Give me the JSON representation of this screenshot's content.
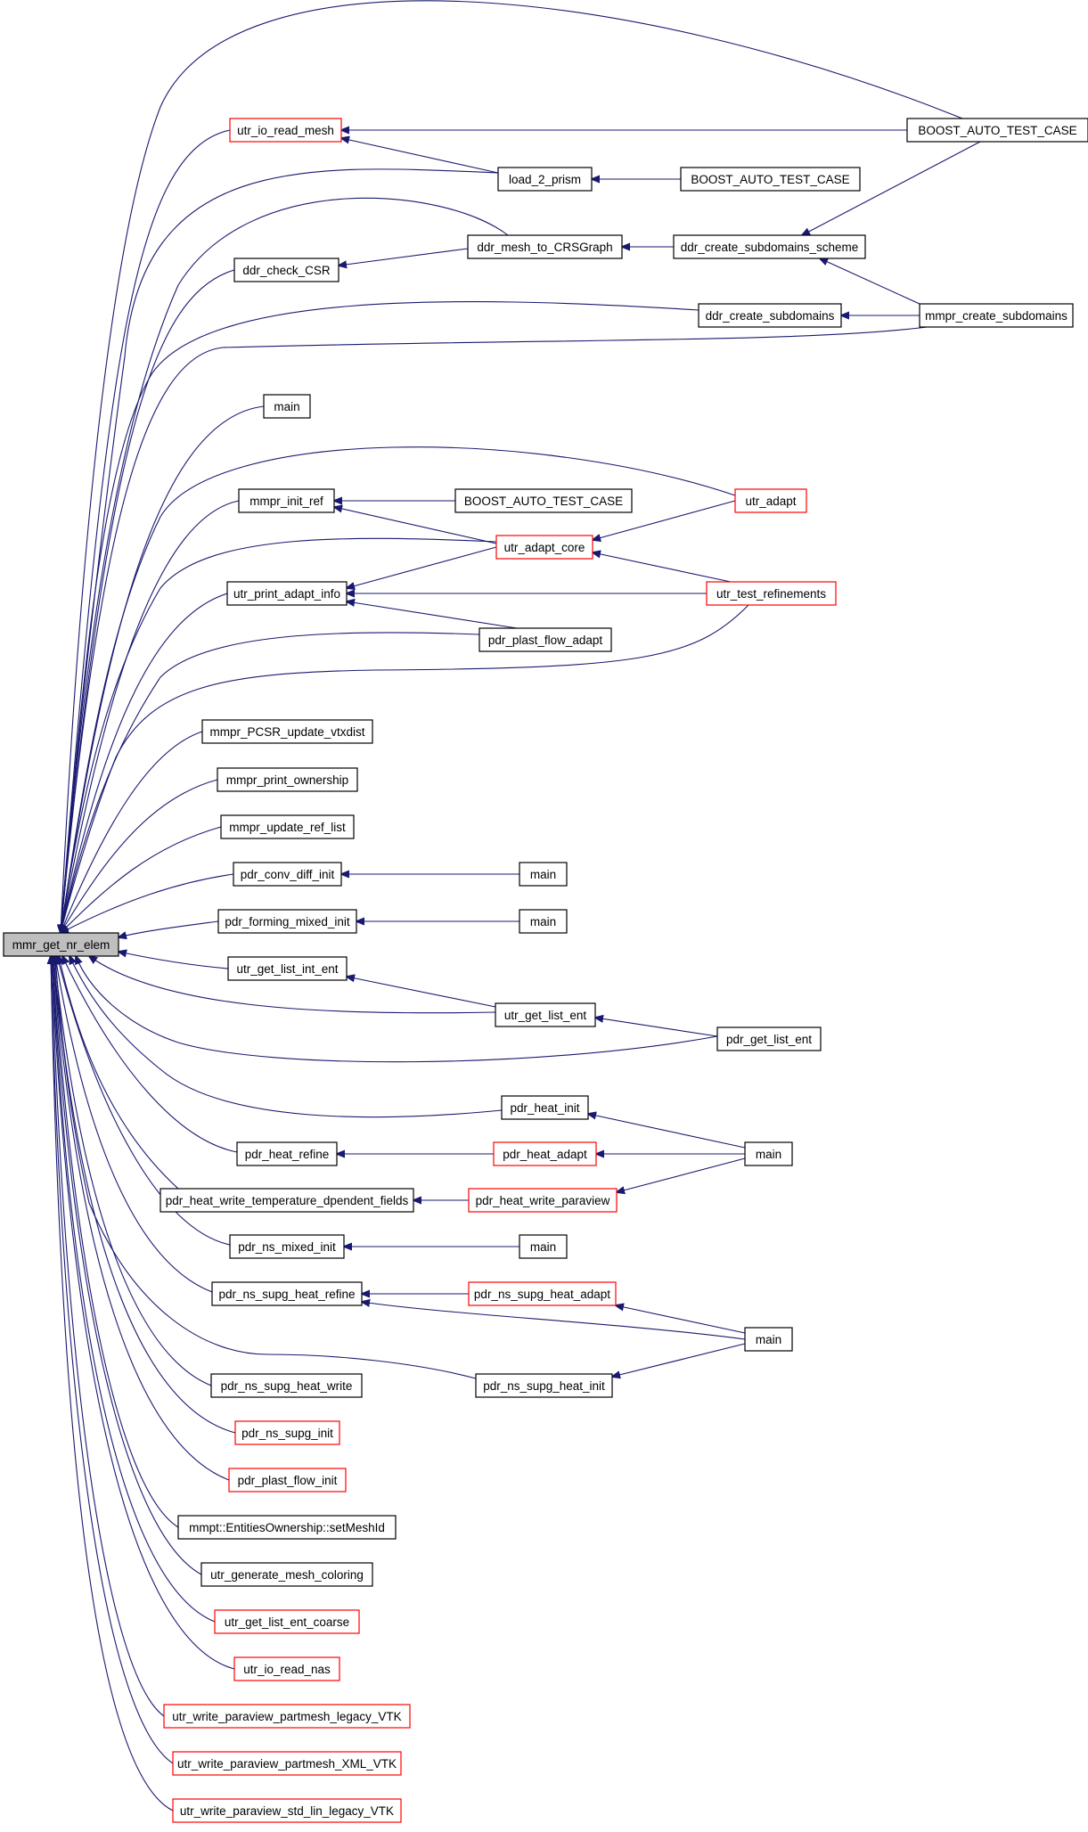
{
  "nodes": [
    {
      "id": "root",
      "label": "mmr_get_nr_elem",
      "style": "root"
    },
    {
      "id": "n1",
      "label": "utr_io_read_mesh",
      "style": "red"
    },
    {
      "id": "n2",
      "label": "BOOST_AUTO_TEST_CASE",
      "style": "black"
    },
    {
      "id": "n3",
      "label": "load_2_prism",
      "style": "black"
    },
    {
      "id": "n4",
      "label": "BOOST_AUTO_TEST_CASE",
      "style": "black"
    },
    {
      "id": "n5",
      "label": "ddr_check_CSR",
      "style": "black"
    },
    {
      "id": "n6",
      "label": "ddr_mesh_to_CRSGraph",
      "style": "black"
    },
    {
      "id": "n7",
      "label": "ddr_create_subdomains_scheme",
      "style": "black"
    },
    {
      "id": "n8",
      "label": "ddr_create_subdomains",
      "style": "black"
    },
    {
      "id": "n9",
      "label": "mmpr_create_subdomains",
      "style": "black"
    },
    {
      "id": "n10",
      "label": "main",
      "style": "black"
    },
    {
      "id": "n11",
      "label": "mmpr_init_ref",
      "style": "black"
    },
    {
      "id": "n12",
      "label": "BOOST_AUTO_TEST_CASE",
      "style": "black"
    },
    {
      "id": "n13",
      "label": "utr_adapt",
      "style": "red"
    },
    {
      "id": "n14",
      "label": "utr_adapt_core",
      "style": "red"
    },
    {
      "id": "n15",
      "label": "utr_print_adapt_info",
      "style": "black"
    },
    {
      "id": "n16",
      "label": "utr_test_refinements",
      "style": "red"
    },
    {
      "id": "n17",
      "label": "pdr_plast_flow_adapt",
      "style": "black"
    },
    {
      "id": "n18",
      "label": "mmpr_PCSR_update_vtxdist",
      "style": "black"
    },
    {
      "id": "n19",
      "label": "mmpr_print_ownership",
      "style": "black"
    },
    {
      "id": "n20",
      "label": "mmpr_update_ref_list",
      "style": "black"
    },
    {
      "id": "n21",
      "label": "pdr_conv_diff_init",
      "style": "black"
    },
    {
      "id": "n22",
      "label": "main",
      "style": "black"
    },
    {
      "id": "n23",
      "label": "pdr_forming_mixed_init",
      "style": "black"
    },
    {
      "id": "n24",
      "label": "main",
      "style": "black"
    },
    {
      "id": "n25",
      "label": "utr_get_list_int_ent",
      "style": "black"
    },
    {
      "id": "n26",
      "label": "utr_get_list_ent",
      "style": "black"
    },
    {
      "id": "n27",
      "label": "pdr_get_list_ent",
      "style": "black"
    },
    {
      "id": "n28",
      "label": "pdr_heat_init",
      "style": "black"
    },
    {
      "id": "n29",
      "label": "main",
      "style": "black"
    },
    {
      "id": "n30",
      "label": "pdr_heat_refine",
      "style": "black"
    },
    {
      "id": "n31",
      "label": "pdr_heat_adapt",
      "style": "red"
    },
    {
      "id": "n32",
      "label": "pdr_heat_write_temperature_dpendent_fields",
      "style": "black"
    },
    {
      "id": "n33",
      "label": "pdr_heat_write_paraview",
      "style": "red"
    },
    {
      "id": "n34",
      "label": "pdr_ns_mixed_init",
      "style": "black"
    },
    {
      "id": "n35",
      "label": "main",
      "style": "black"
    },
    {
      "id": "n36",
      "label": "pdr_ns_supg_heat_refine",
      "style": "black"
    },
    {
      "id": "n37",
      "label": "pdr_ns_supg_heat_adapt",
      "style": "red"
    },
    {
      "id": "n38",
      "label": "main",
      "style": "black"
    },
    {
      "id": "n39",
      "label": "pdr_ns_supg_heat_write",
      "style": "black"
    },
    {
      "id": "n40",
      "label": "pdr_ns_supg_heat_init",
      "style": "black"
    },
    {
      "id": "n41",
      "label": "pdr_ns_supg_init",
      "style": "red"
    },
    {
      "id": "n42",
      "label": "pdr_plast_flow_init",
      "style": "red"
    },
    {
      "id": "n43",
      "label": "mmpt::EntitiesOwnership::setMeshId",
      "style": "black"
    },
    {
      "id": "n44",
      "label": "utr_generate_mesh_coloring",
      "style": "black"
    },
    {
      "id": "n45",
      "label": "utr_get_list_ent_coarse",
      "style": "red"
    },
    {
      "id": "n46",
      "label": "utr_io_read_nas",
      "style": "red"
    },
    {
      "id": "n47",
      "label": "utr_write_paraview_partmesh_legacy_VTK",
      "style": "red"
    },
    {
      "id": "n48",
      "label": "utr_write_paraview_partmesh_XML_VTK",
      "style": "red"
    },
    {
      "id": "n49",
      "label": "utr_write_paraview_std_lin_legacy_VTK",
      "style": "red"
    }
  ],
  "colors": {
    "edge": "#191970",
    "node_border": "#000000",
    "node_border_red": "#ff0000",
    "root_fill": "#bfbfbf",
    "node_fill": "#ffffff",
    "text": "#000000"
  }
}
